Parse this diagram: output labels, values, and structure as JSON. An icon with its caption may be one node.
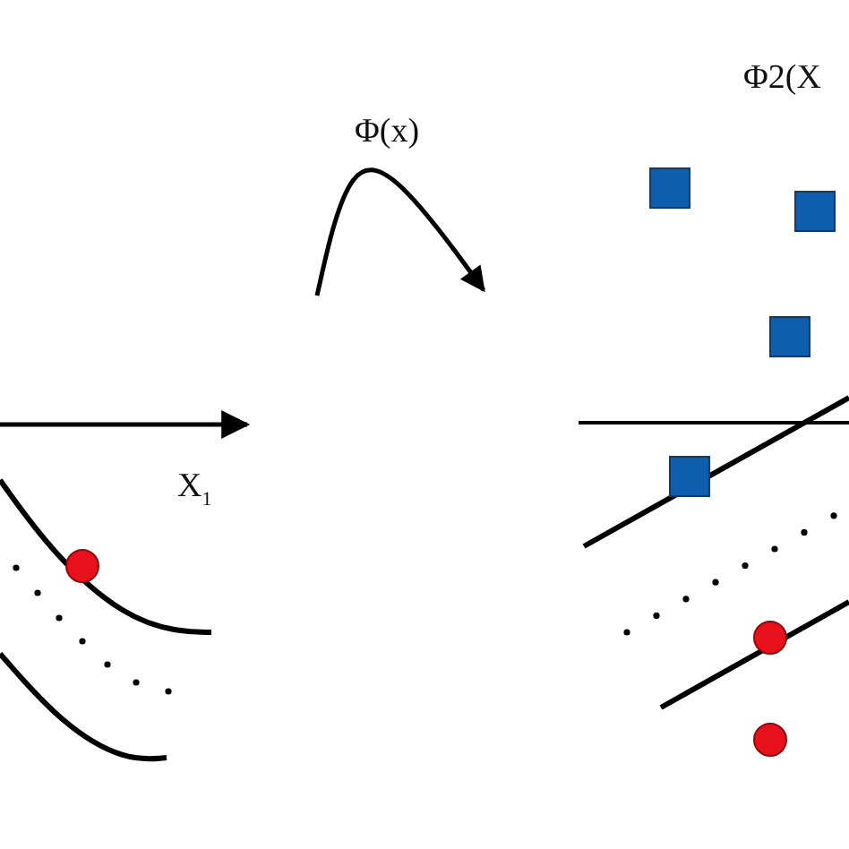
{
  "diagram": {
    "labels": [
      "Φ(x)",
      "X$_{1}$",
      "Φ2(X"
    ]
  }
}
